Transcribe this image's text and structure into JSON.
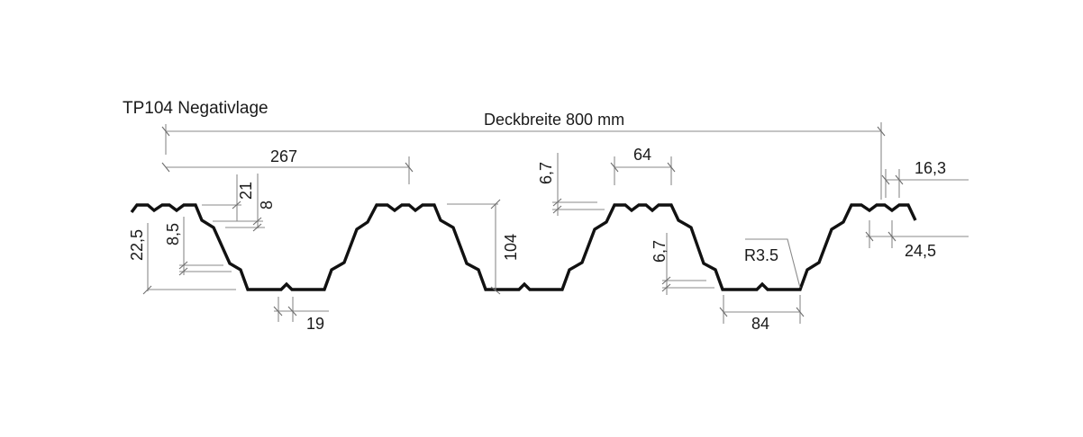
{
  "title": "TP104 Negativlage",
  "colors": {
    "profile": "#111111",
    "dimension_lines": "#8a8a8a",
    "text": "#1a1a1a",
    "background": "#ffffff"
  },
  "dimensions": {
    "cover_width": "Deckbreite 800 mm",
    "pitch": "267",
    "rib_top_width": "64",
    "profile_height": "104",
    "bottom_flange_width": "84",
    "radius": "R3.5",
    "stiffener_21": "21",
    "stiffener_8": "8",
    "step_22_5": "22,5",
    "step_8_5": "8,5",
    "bottom_stiffener_19": "19",
    "top_step_6_7": "6,7",
    "web_step_6_7": "6,7",
    "edge_16_3": "16,3",
    "edge_24_5": "24,5"
  }
}
